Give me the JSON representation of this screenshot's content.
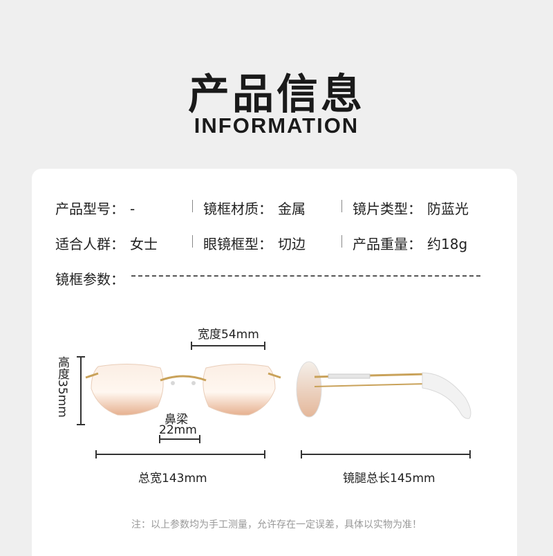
{
  "header": {
    "title_cn": "产品信息",
    "title_en": "INFORMATION"
  },
  "specs": {
    "model_label": "产品型号：",
    "model_value": "-",
    "frame_material_label": "镜框材质：",
    "frame_material_value": "金属",
    "lens_type_label": "镜片类型：",
    "lens_type_value": "防蓝光",
    "audience_label": "适合人群：",
    "audience_value": "女士",
    "frame_shape_label": "眼镜框型：",
    "frame_shape_value": "切边",
    "weight_label": "产品重量：",
    "weight_value": "约18g",
    "params_label": "镜框参数："
  },
  "dimensions": {
    "width": "宽度54mm",
    "height": "高度35mm",
    "bridge_label": "鼻梁",
    "bridge_value": "22mm",
    "total_width": "总宽143mm",
    "temple_length": "镜腿总长145mm"
  },
  "note": "注：以上参数均为手工测量，允许存在一定误差，具体以实物为准！",
  "colors": {
    "background": "#efefef",
    "card": "#ffffff",
    "frame_gold": "#c9a25a",
    "lens_tint": "#e8b89a"
  }
}
